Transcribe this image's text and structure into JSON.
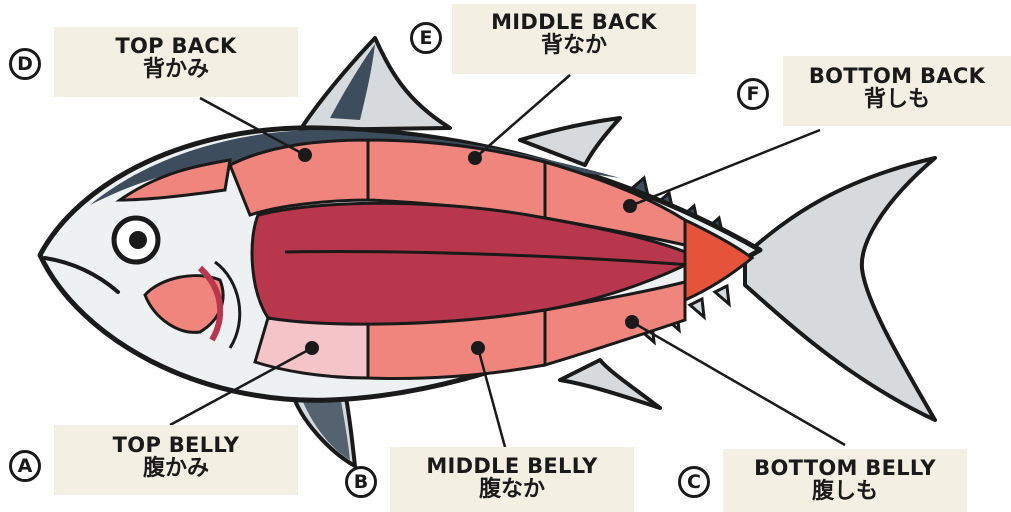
{
  "cuts": [
    {
      "id": "A",
      "name_en": "TOP BELLY",
      "name_jp": "腹かみ"
    },
    {
      "id": "B",
      "name_en": "MIDDLE BELLY",
      "name_jp": "腹なか"
    },
    {
      "id": "C",
      "name_en": "BOTTOM BELLY",
      "name_jp": "腹しも"
    },
    {
      "id": "D",
      "name_en": "TOP BACK",
      "name_jp": "背かみ"
    },
    {
      "id": "E",
      "name_en": "MIDDLE BACK",
      "name_jp": "背なか"
    },
    {
      "id": "F",
      "name_en": "BOTTOM BACK",
      "name_jp": "背しも"
    }
  ],
  "colors": {
    "outline": "#1a1a1a",
    "label_bg": "#f3efe3",
    "top_belly": "#f5c4c8",
    "loin_pink": "#ef857d",
    "center_red": "#b8374c",
    "tail_cut": "#e4533a",
    "fin_grey": "#d7dadc",
    "dorsal_navy": "#3e4d5e",
    "head_white": "#eef1f2"
  }
}
